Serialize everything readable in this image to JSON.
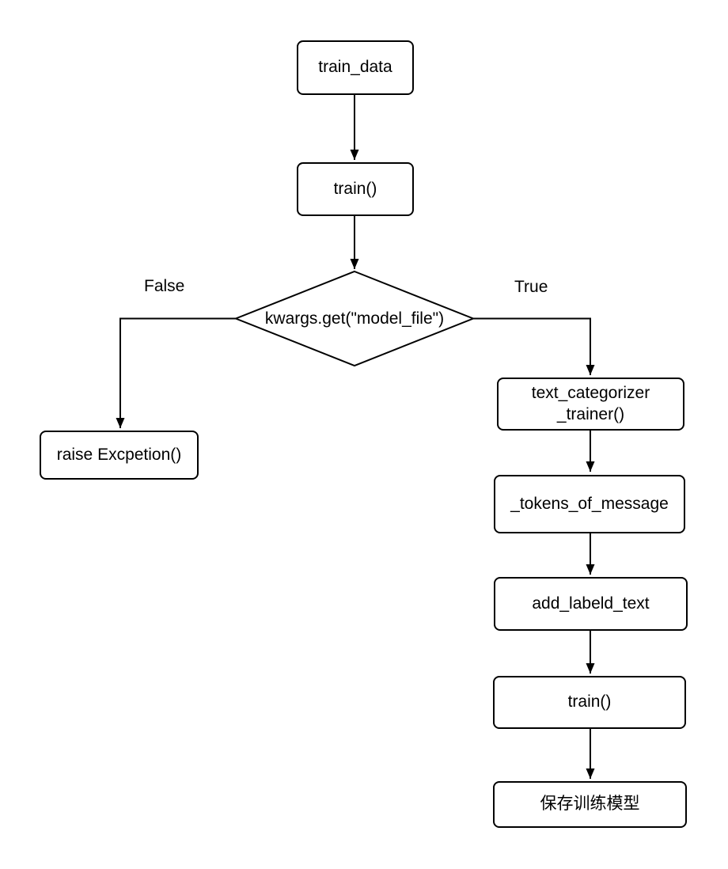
{
  "diagram": {
    "colors": {
      "background": "#ffffff",
      "stroke": "#000000",
      "text": "#000000"
    },
    "nodes": {
      "train_data": {
        "label": "train_data"
      },
      "train": {
        "label": "train()"
      },
      "decision": {
        "label": "kwargs.get(\"model_file\")"
      },
      "raise_exception": {
        "label": "raise Excpetion()"
      },
      "text_categorizer_trainer": {
        "label": "text_categorizer\n_trainer()"
      },
      "tokens_of_message": {
        "label": "_tokens_of_message"
      },
      "add_labeld_text": {
        "label": "add_labeld_text"
      },
      "train_2": {
        "label": "train()"
      },
      "save_model": {
        "label": "保存训练模型"
      }
    },
    "branch_labels": {
      "false": "False",
      "true": "True"
    }
  }
}
